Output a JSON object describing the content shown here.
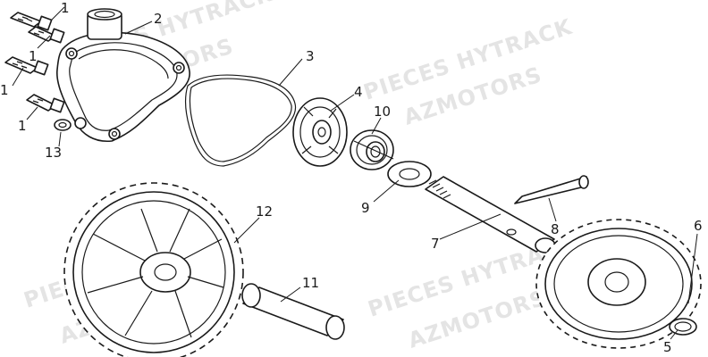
{
  "watermark": {
    "line1": "PIECES HYTRACK",
    "line2": "AZMOTORS"
  },
  "callouts": {
    "c1a": "1",
    "c1b": "1",
    "c1c": "1",
    "c1d": "1",
    "c2": "2",
    "c3": "3",
    "c4": "4",
    "c5": "5",
    "c6": "6",
    "c7": "7",
    "c8": "8",
    "c9": "9",
    "c10": "10",
    "c11": "11",
    "c12": "12",
    "c13": "13"
  },
  "colors": {
    "line": "#1a1a1a",
    "watermark": "#e4e4e4",
    "background": "#ffffff"
  }
}
